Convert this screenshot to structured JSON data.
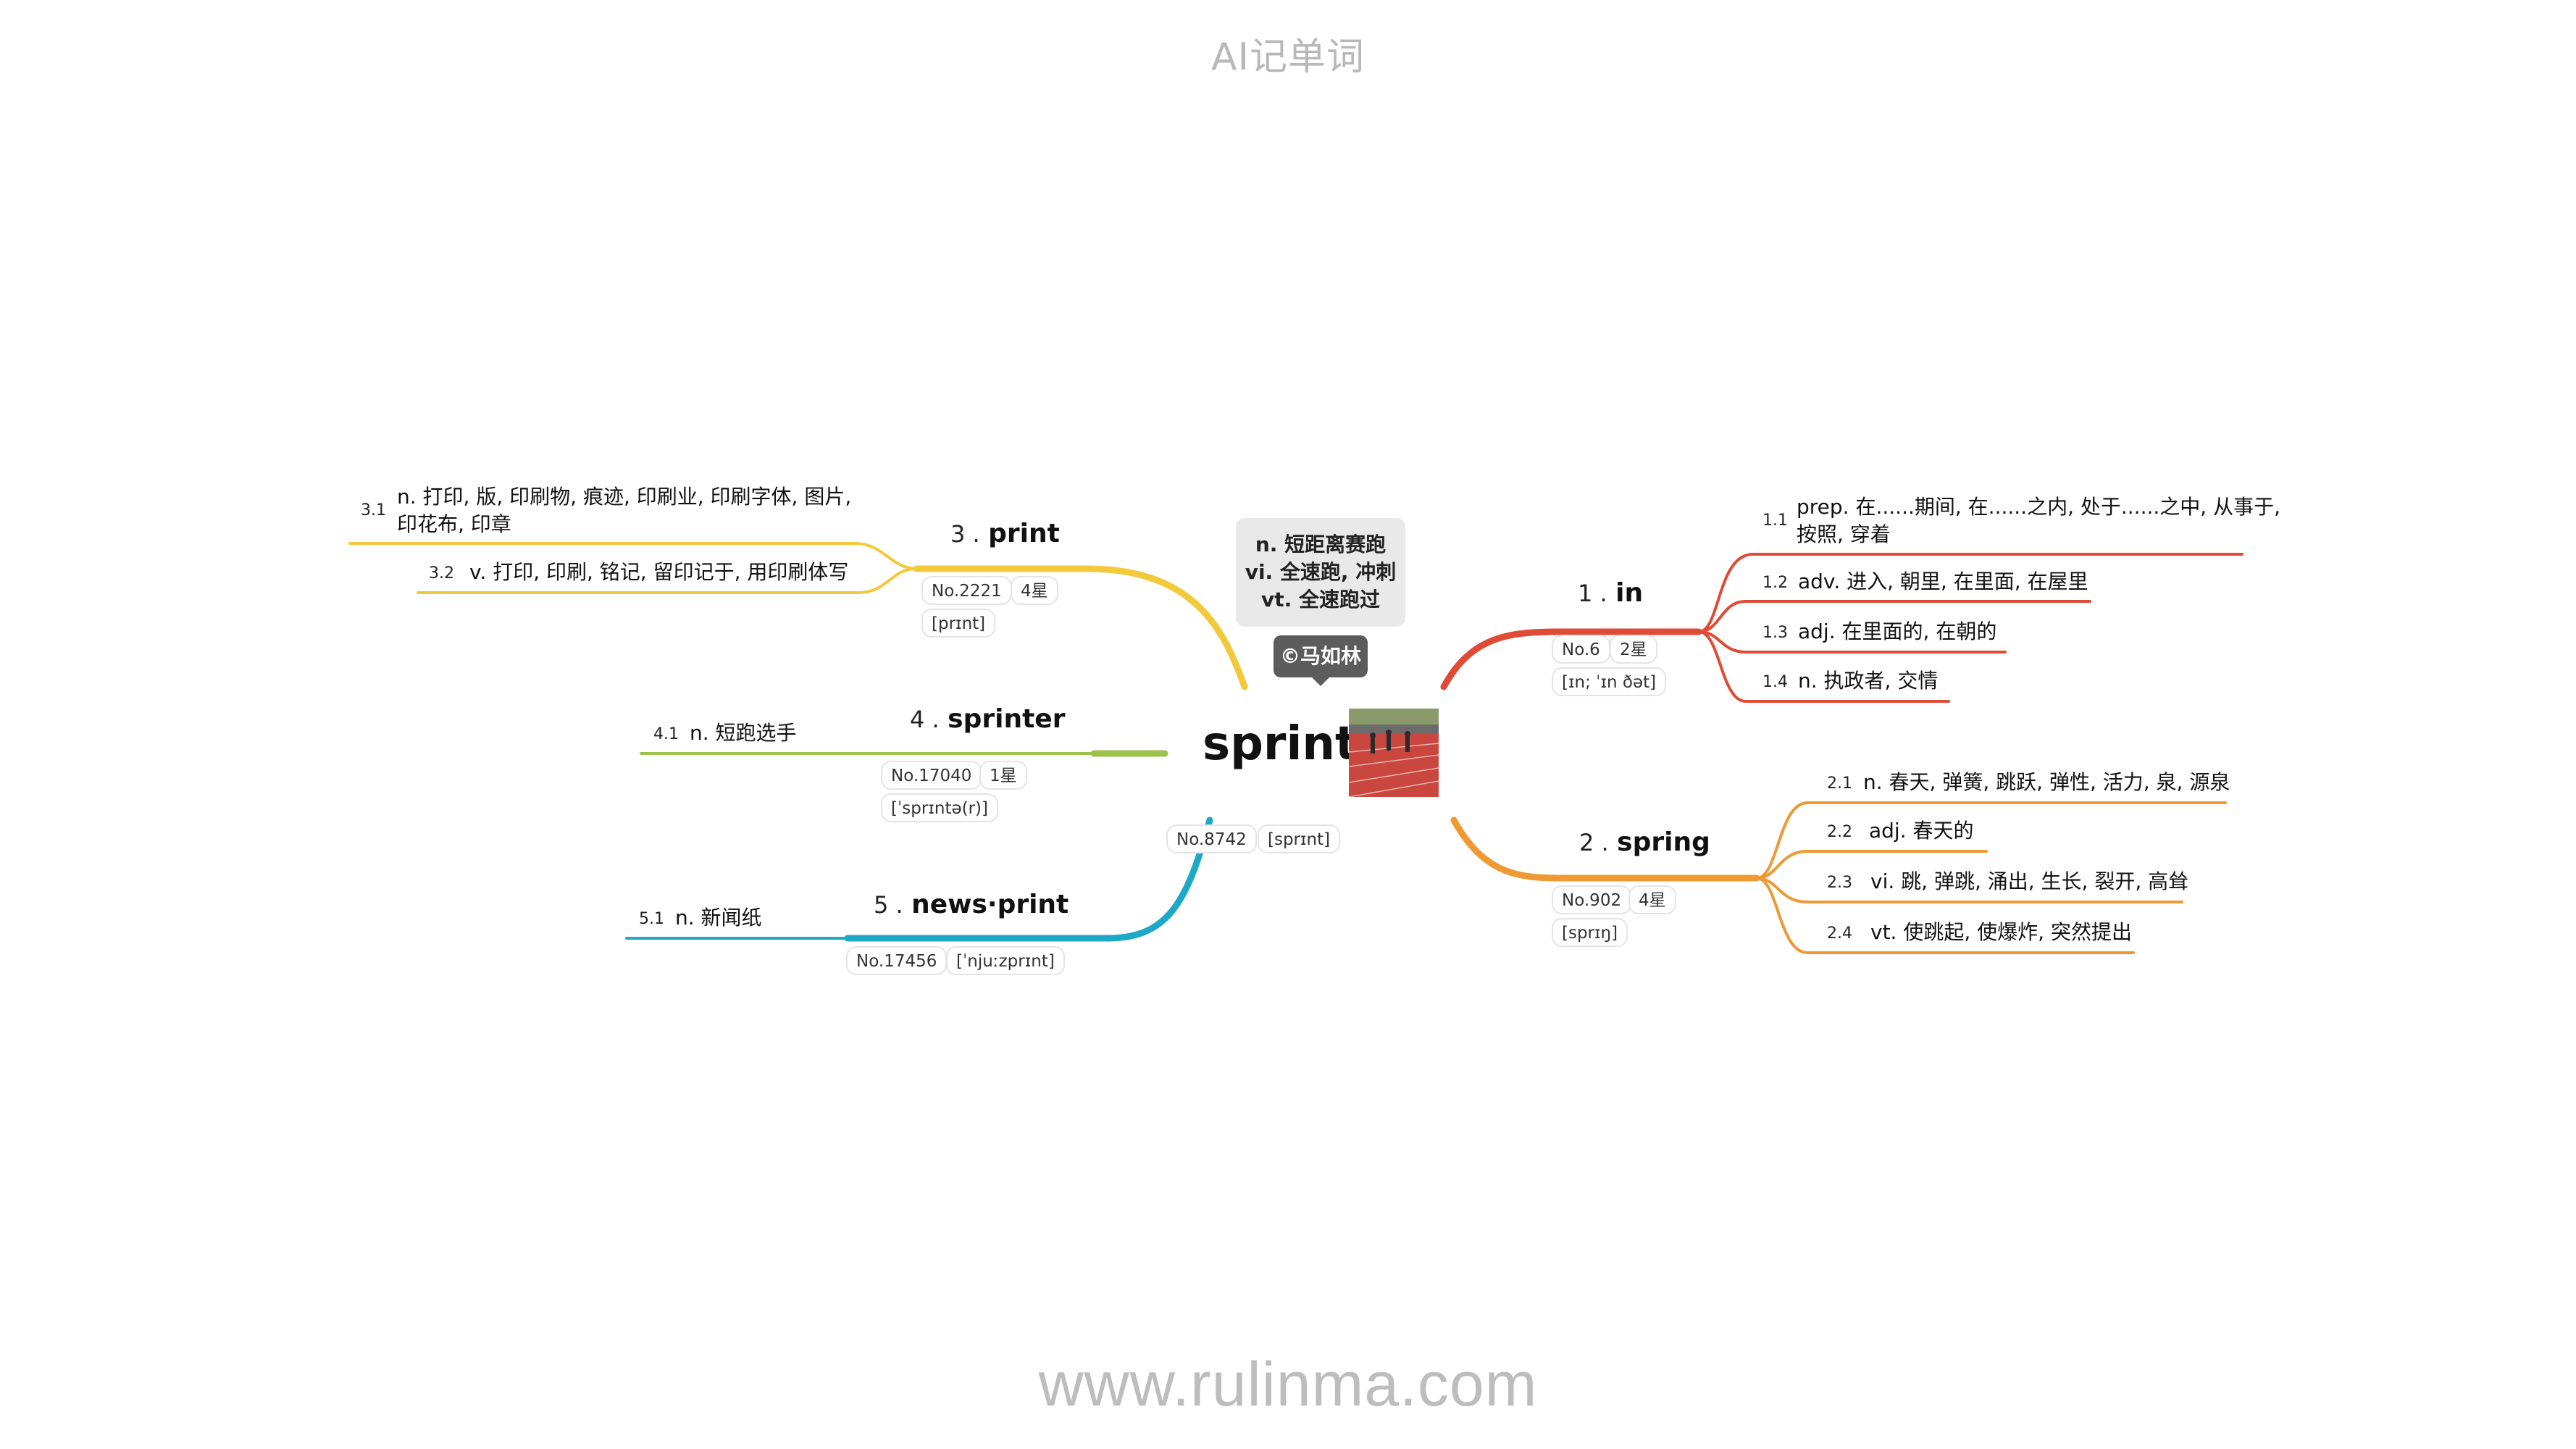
{
  "header": "AI记单词",
  "footer": "www.rulinma.com",
  "colors": {
    "in": "#e04b35",
    "spring": "#ef9932",
    "print": "#f3c93c",
    "sprinter": "#9cc14d",
    "newsprint": "#1da8c6"
  },
  "main": {
    "word": "sprint",
    "rank": "No.8742",
    "phonetic": "[sprɪnt]",
    "tooltip_lines": [
      "n. 短距离赛跑",
      "vi. 全速跑, 冲刺",
      "vt. 全速跑过"
    ],
    "author": "©马如林"
  },
  "branches": [
    {
      "num": "1 .",
      "word": "in",
      "rank": "No.6",
      "stars": "2星",
      "phonetic": "[ɪn; ˈɪn ðət]",
      "defs": [
        {
          "num": "1.1",
          "text": "prep. 在......期间, 在......之内, 处于......之中, 从事于,",
          "text2": "按照, 穿着"
        },
        {
          "num": "1.2",
          "text": "adv. 进入, 朝里, 在里面, 在屋里"
        },
        {
          "num": "1.3",
          "text": "adj. 在里面的, 在朝的"
        },
        {
          "num": "1.4",
          "text": "n. 执政者, 交情"
        }
      ]
    },
    {
      "num": "2 .",
      "word": "spring",
      "rank": "No.902",
      "stars": "4星",
      "phonetic": "[sprɪŋ]",
      "defs": [
        {
          "num": "2.1",
          "text": "n. 春天, 弹簧, 跳跃, 弹性, 活力, 泉, 源泉"
        },
        {
          "num": "2.2",
          "text": "adj. 春天的"
        },
        {
          "num": "2.3",
          "text": "vi. 跳, 弹跳, 涌出, 生长, 裂开, 高耸"
        },
        {
          "num": "2.4",
          "text": "vt. 使跳起, 使爆炸, 突然提出"
        }
      ]
    },
    {
      "num": "3 .",
      "word": "print",
      "rank": "No.2221",
      "stars": "4星",
      "phonetic": "[prɪnt]",
      "defs": [
        {
          "num": "3.1",
          "text": "n. 打印, 版, 印刷物, 痕迹, 印刷业, 印刷字体, 图片,",
          "text2": "印花布, 印章"
        },
        {
          "num": "3.2",
          "text": "v. 打印, 印刷, 铭记, 留印记于, 用印刷体写"
        }
      ]
    },
    {
      "num": "4 .",
      "word": "sprinter",
      "rank": "No.17040",
      "stars": "1星",
      "phonetic": "[ˈsprɪntə(r)]",
      "defs": [
        {
          "num": "4.1",
          "text": "n. 短跑选手"
        }
      ]
    },
    {
      "num": "5 .",
      "word": "news·print",
      "rank": "No.17456",
      "phonetic": "[ˈnjuːzprɪnt]",
      "defs": [
        {
          "num": "5.1",
          "text": "n. 新闻纸"
        }
      ]
    }
  ]
}
